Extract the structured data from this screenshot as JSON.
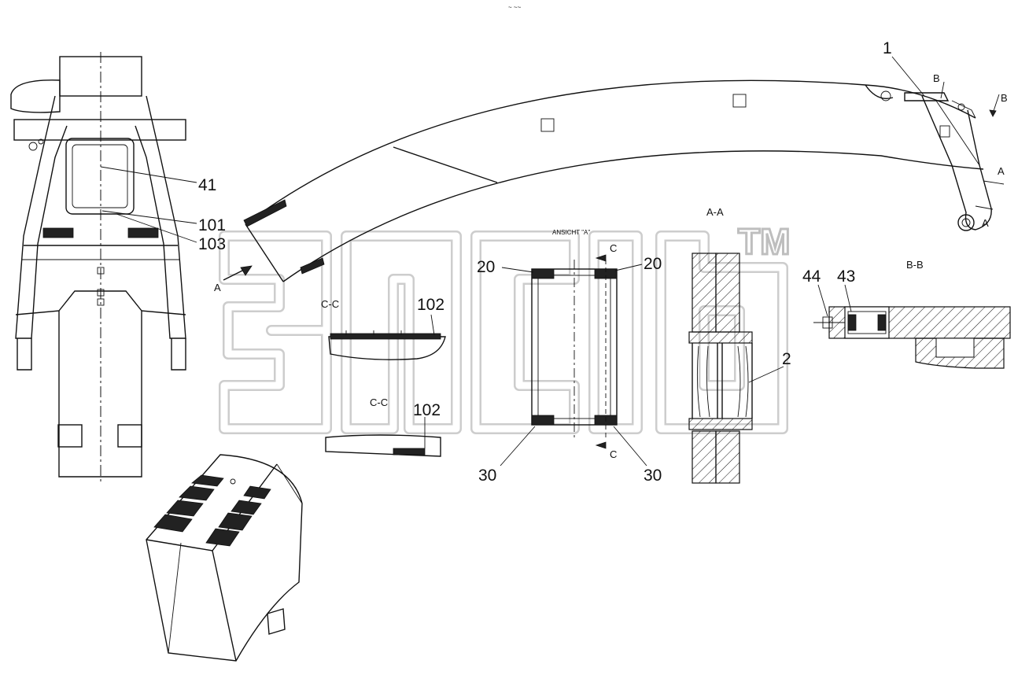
{
  "callouts": {
    "c1": "1",
    "c2": "2",
    "c20a": "20",
    "c20b": "20",
    "c30a": "30",
    "c30b": "30",
    "c41": "41",
    "c43": "43",
    "c44": "44",
    "c101": "101",
    "c102a": "102",
    "c102b": "102",
    "c103": "103"
  },
  "section_titles": {
    "aa": "A-A",
    "bb": "B-B",
    "cc_top": "C-C",
    "cc_bottom": "C-C",
    "view_a": "ANSICHT \"A\""
  },
  "cut_markers": {
    "a_arrow": "A",
    "a_right_1": "A",
    "a_right_2": "A",
    "b_left": "B",
    "b_right": "B",
    "c_top": "C",
    "c_bottom": "C"
  },
  "header_mark": "~ ~~",
  "watermark": {
    "text": "3Tclb",
    "trademark": "TM"
  }
}
